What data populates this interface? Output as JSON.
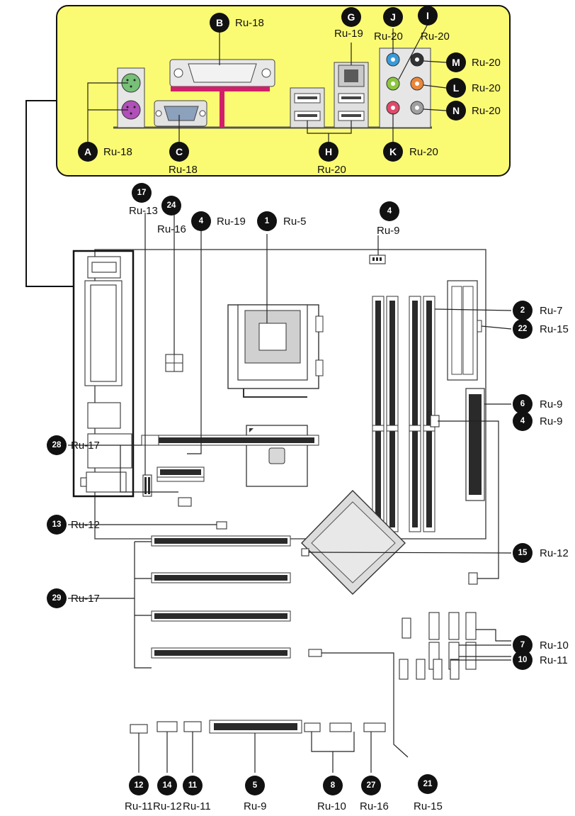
{
  "colors": {
    "io_panel_fill": "#fbfb73",
    "board_outline": "#444444",
    "badge_fill": "#111111",
    "parallel_port": "#e8e8e8",
    "red_strip": "#d0206a",
    "ps2_mouse": "#77c077",
    "ps2_keyboard": "#b050b8",
    "audio_blue": "#3a9ad9",
    "audio_green": "#8cc63f",
    "audio_pink": "#e04a6a",
    "audio_orange": "#e9873a",
    "audio_black": "#333333",
    "audio_gray": "#a0a0a0"
  },
  "io_panel": {
    "callouts": [
      {
        "id": "A",
        "ref": "Ru-18"
      },
      {
        "id": "B",
        "ref": "Ru-18"
      },
      {
        "id": "C",
        "ref": "Ru-18"
      },
      {
        "id": "G",
        "ref": "Ru-19"
      },
      {
        "id": "H",
        "ref": "Ru-20"
      },
      {
        "id": "J",
        "ref": "Ru-20"
      },
      {
        "id": "I",
        "ref": "Ru-20"
      },
      {
        "id": "K",
        "ref": "Ru-20"
      },
      {
        "id": "M",
        "ref": "Ru-20"
      },
      {
        "id": "L",
        "ref": "Ru-20"
      },
      {
        "id": "N",
        "ref": "Ru-20"
      }
    ]
  },
  "board": {
    "callouts": [
      {
        "id": "17",
        "ref": "Ru-13"
      },
      {
        "id": "24",
        "ref": "Ru-16"
      },
      {
        "id": "4",
        "ref": "Ru-19"
      },
      {
        "id": "1",
        "ref": "Ru-5"
      },
      {
        "id": "4",
        "ref": "Ru-9"
      },
      {
        "id": "2",
        "ref": "Ru-7"
      },
      {
        "id": "22",
        "ref": "Ru-15"
      },
      {
        "id": "6",
        "ref": "Ru-9"
      },
      {
        "id": "4",
        "ref": "Ru-9"
      },
      {
        "id": "28",
        "ref": "Ru-17"
      },
      {
        "id": "13",
        "ref": "Ru-12"
      },
      {
        "id": "15",
        "ref": "Ru-12"
      },
      {
        "id": "29",
        "ref": "Ru-17"
      },
      {
        "id": "7",
        "ref": "Ru-10"
      },
      {
        "id": "10",
        "ref": "Ru-11"
      },
      {
        "id": "12",
        "ref": "Ru-11"
      },
      {
        "id": "14",
        "ref": "Ru-12"
      },
      {
        "id": "11",
        "ref": "Ru-11"
      },
      {
        "id": "5",
        "ref": "Ru-9"
      },
      {
        "id": "8",
        "ref": "Ru-10"
      },
      {
        "id": "27",
        "ref": "Ru-16"
      },
      {
        "id": "21",
        "ref": "Ru-15"
      }
    ]
  }
}
